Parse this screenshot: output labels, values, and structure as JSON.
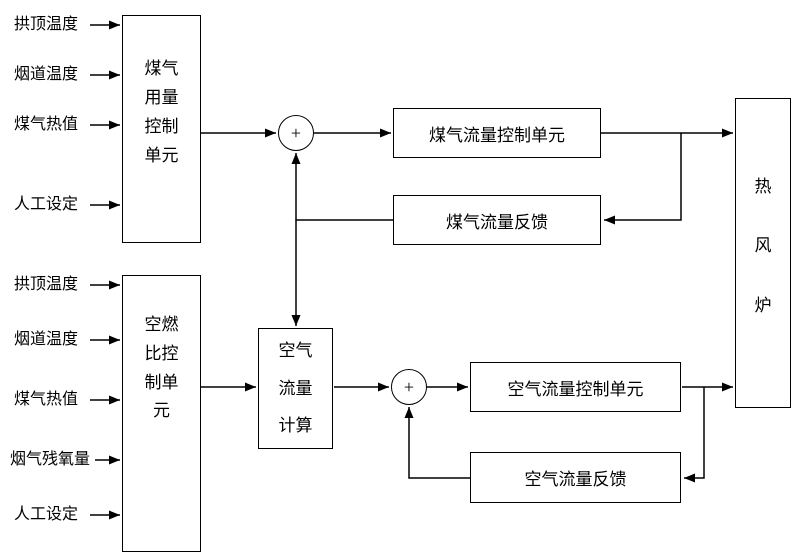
{
  "colors": {
    "ink": "#000000",
    "background": "#ffffff"
  },
  "diagram": {
    "gas": {
      "inputs": [
        "拱顶温度",
        "烟道温度",
        "煤气热值",
        "人工设定"
      ],
      "controller": "煤气用量控制单元",
      "flow_control_unit": "煤气流量控制单元",
      "feedback": "煤气流量反馈",
      "sum": "+"
    },
    "air": {
      "inputs": [
        "拱顶温度",
        "烟道温度",
        "煤气热值",
        "烟气残氧量",
        "人工设定"
      ],
      "controller": "空燃比控制单元",
      "flow_calc": "空气流量计算",
      "flow_control_unit": "空气流量控制单元",
      "feedback": "空气流量反馈",
      "sum": "+"
    },
    "output": "热风炉"
  }
}
